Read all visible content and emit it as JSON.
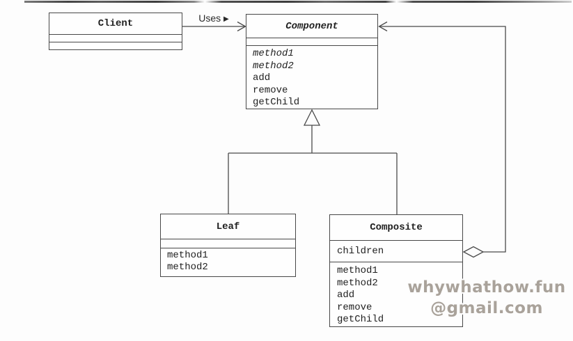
{
  "classes": {
    "client": {
      "name": "Client",
      "attributes": [],
      "methods": []
    },
    "component": {
      "name": "Component",
      "attributes": [],
      "methods": [
        "method1",
        "method2",
        "add",
        "remove",
        "getChild"
      ],
      "abstract_method_style": "italic"
    },
    "leaf": {
      "name": "Leaf",
      "attributes": [],
      "methods": [
        "method1",
        "method2"
      ]
    },
    "composite": {
      "name": "Composite",
      "attributes": [
        "children"
      ],
      "methods": [
        "method1",
        "method2",
        "add",
        "remove",
        "getChild"
      ]
    }
  },
  "relationships": {
    "uses": {
      "label": "Uses",
      "direction_glyph": "▶"
    },
    "generalization": "Leaf and Composite inherit from Component",
    "aggregation": "Composite aggregates Component (children)"
  },
  "watermark": {
    "line1": "whywhathow.fun",
    "line2": "@gmail.com"
  },
  "colors": {
    "line": "#4a4a4a",
    "text": "#1f1f1f",
    "background": "#fdfdfd",
    "watermark": "#a9a29a"
  }
}
